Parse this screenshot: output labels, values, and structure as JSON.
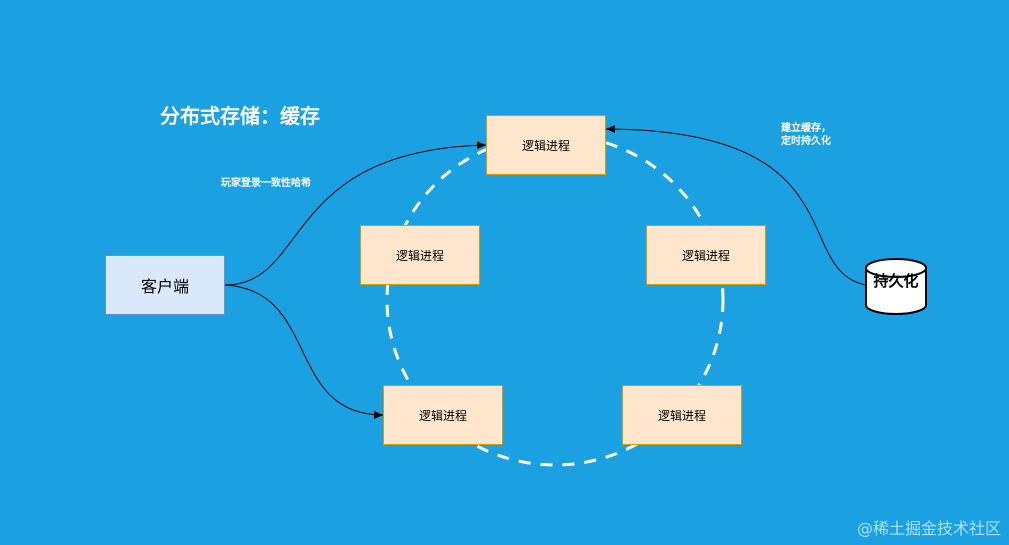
{
  "title": "分布式存储：缓存",
  "client": {
    "label": "客户端"
  },
  "processes": [
    {
      "label": "逻辑进程"
    },
    {
      "label": "逻辑进程"
    },
    {
      "label": "逻辑进程"
    },
    {
      "label": "逻辑进程"
    },
    {
      "label": "逻辑进程"
    }
  ],
  "storage": {
    "label": "持久化"
  },
  "edges": {
    "client_to_ring": "玩家登录一致性哈希",
    "storage_to_process": "建立缓存，定时持久化"
  },
  "watermark": "@稀土掘金技术社区",
  "colors": {
    "background": "#1ba1e2",
    "process_fill": "#ffe6cc",
    "process_border": "#d79b00",
    "client_fill": "#dae8fc",
    "client_border": "#6c8ebf"
  }
}
